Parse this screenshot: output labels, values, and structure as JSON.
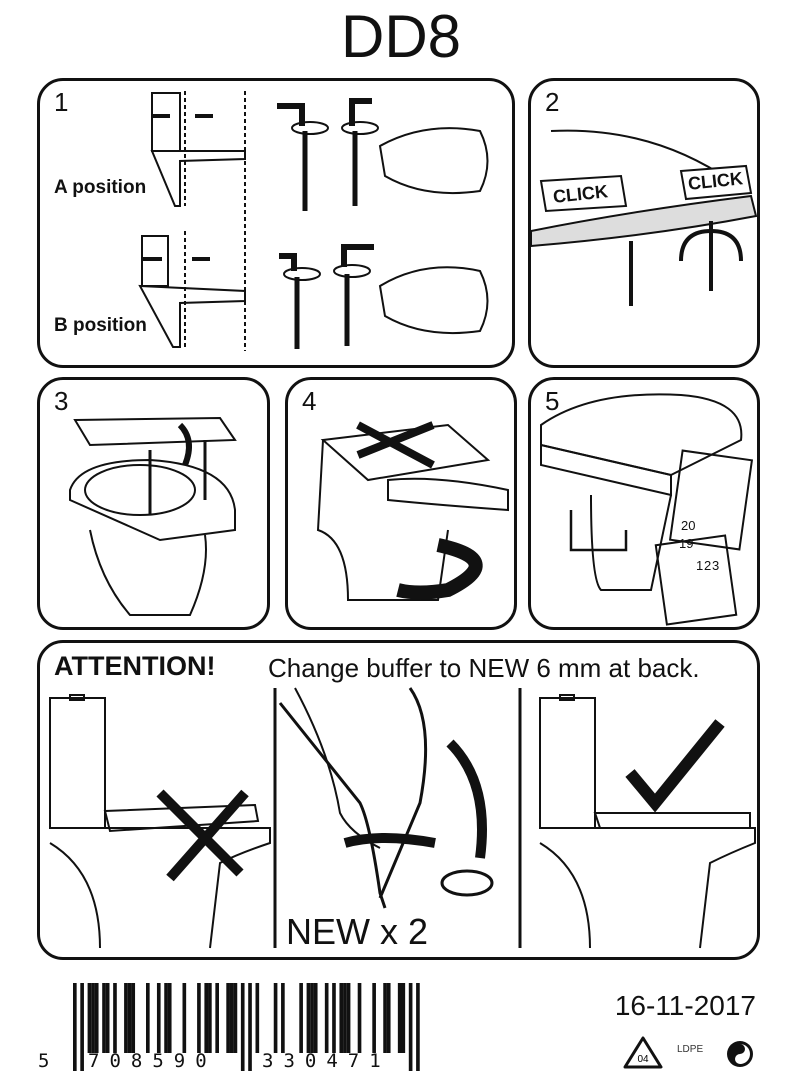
{
  "header": {
    "title": "DD8"
  },
  "steps": [
    {
      "number": "1",
      "labels": [
        "A position",
        "B position"
      ]
    },
    {
      "number": "2",
      "labels": [
        "CLICK",
        "CLICK"
      ]
    },
    {
      "number": "3"
    },
    {
      "number": "4"
    },
    {
      "number": "5",
      "labels": [
        "20",
        "19",
        "1",
        "2",
        "3"
      ]
    }
  ],
  "attention": {
    "heading": "ATTENTION!",
    "message": "Change buffer to NEW 6 mm at back.",
    "new_label": "NEW x 2",
    "icons": [
      "cross-icon",
      "checkmark-icon"
    ]
  },
  "footer": {
    "barcode_digits": "5708590330471",
    "barcode_groups": [
      "5",
      "708590",
      "330471"
    ],
    "date": "16-11-2017",
    "recycle_code": "04",
    "material": "LDPE",
    "icons": [
      "recycle-triangle-icon",
      "green-dot-icon"
    ]
  }
}
